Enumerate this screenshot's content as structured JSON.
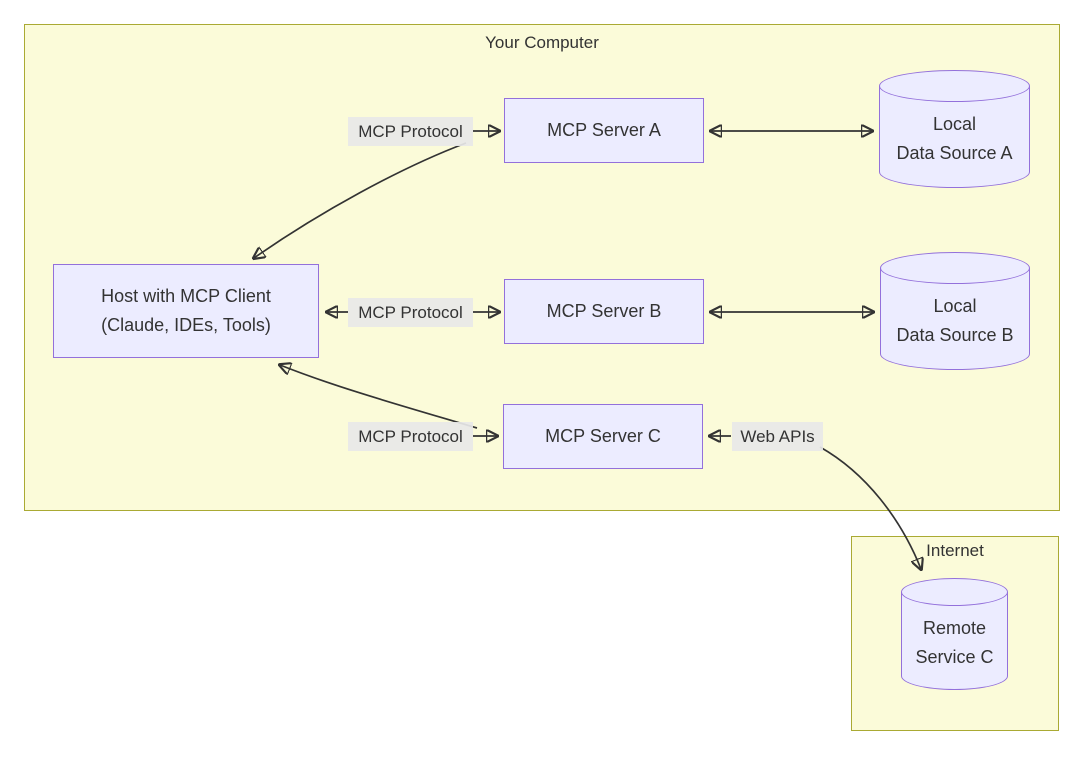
{
  "diagram": {
    "computer_box": {
      "title": "Your Computer"
    },
    "internet_box": {
      "title": "Internet"
    },
    "nodes": {
      "host": {
        "line1": "Host with MCP Client",
        "line2": "(Claude, IDEs, Tools)"
      },
      "server_a": {
        "label": "MCP Server A"
      },
      "server_b": {
        "label": "MCP Server B"
      },
      "server_c": {
        "label": "MCP Server C"
      },
      "data_source_a": {
        "line1": "Local",
        "line2": "Data Source A"
      },
      "data_source_b": {
        "line1": "Local",
        "line2": "Data Source B"
      },
      "remote_service_c": {
        "line1": "Remote",
        "line2": "Service C"
      }
    },
    "edge_labels": {
      "edge_a": "MCP Protocol",
      "edge_b": "MCP Protocol",
      "edge_c": "MCP Protocol",
      "web_apis": "Web APIs"
    },
    "colors": {
      "node_fill": "#ECECFF",
      "node_border": "#9370DB",
      "cluster_fill": "#FBFBD9",
      "cluster_border": "#AAAA33",
      "edge_label_bg": "#E8E8E8",
      "line": "#333333",
      "text": "#333333"
    }
  }
}
